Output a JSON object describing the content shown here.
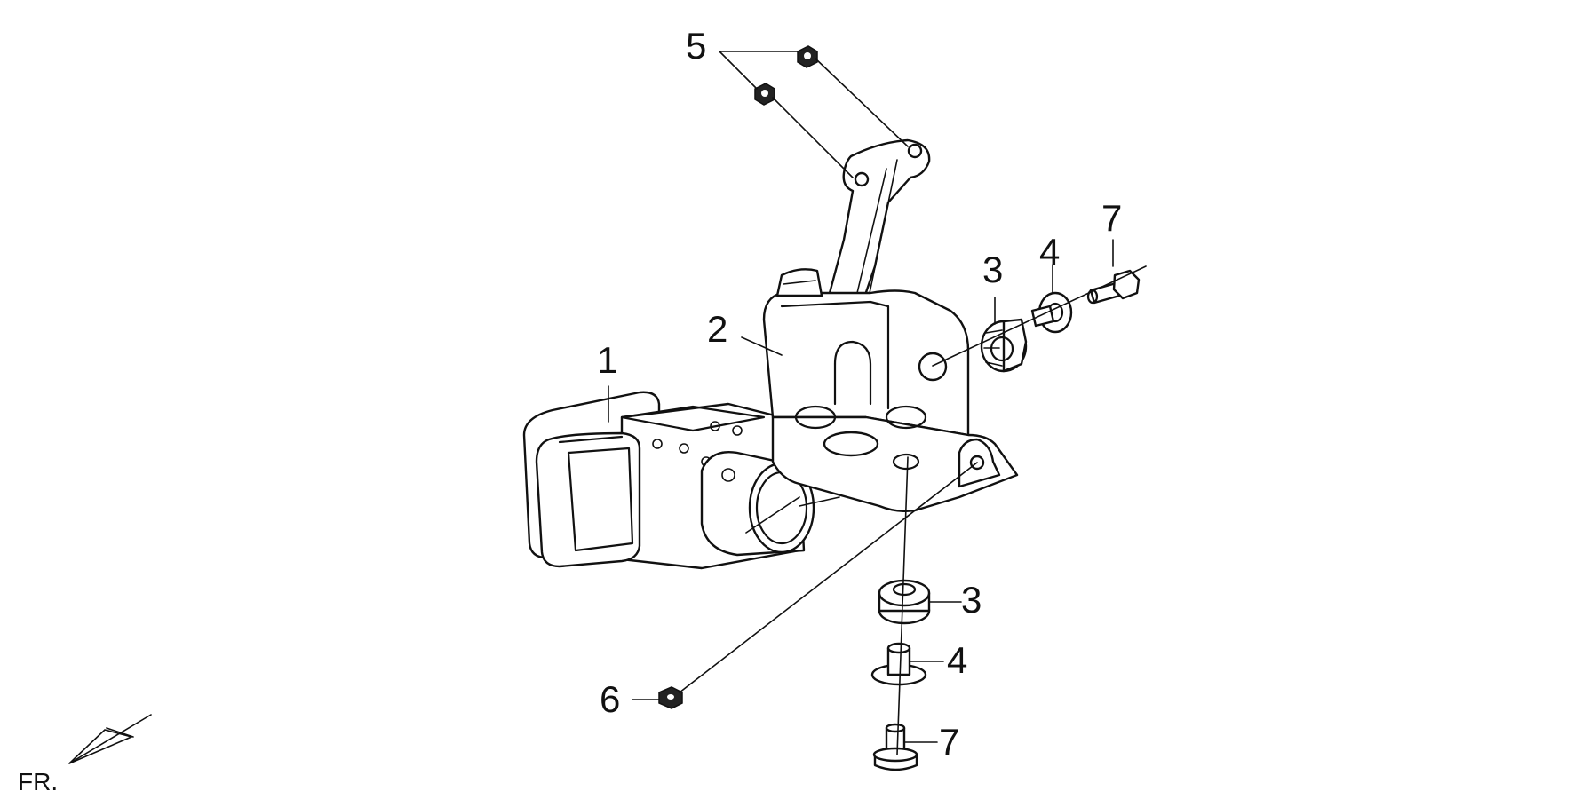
{
  "callouts": {
    "c1": "1",
    "c2": "2",
    "c3_upper": "3",
    "c3_lower": "3",
    "c4_upper": "4",
    "c4_lower": "4",
    "c5": "5",
    "c6": "6",
    "c7_upper": "7",
    "c7_lower": "7"
  },
  "orientation": {
    "label": "FR."
  }
}
